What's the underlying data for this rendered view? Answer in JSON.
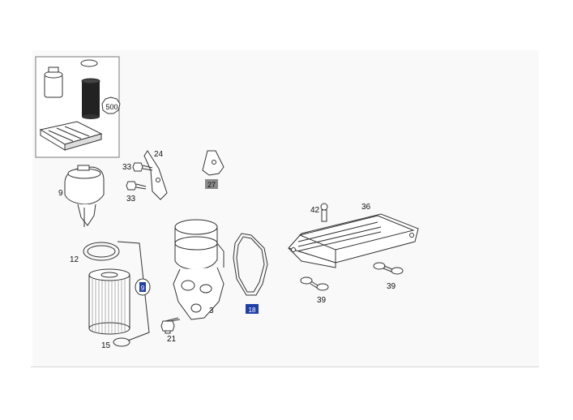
{
  "diagram": {
    "callouts": {
      "c9": "9",
      "c12": "12",
      "c15": "15",
      "c21": "21",
      "c3": "3",
      "c24": "24",
      "c33a": "33",
      "c33b": "33",
      "c27": "27",
      "c42": "42",
      "c36": "36",
      "c39a": "39",
      "c39b": "39",
      "c500": "500"
    },
    "badges": {
      "part_badge_a": "9",
      "part_badge_b": "18"
    },
    "colors": {
      "line": "#333333",
      "badge_blue": "#1f3fa8",
      "badge_grey": "#8a8a8a",
      "panel_border": "#777777"
    }
  }
}
